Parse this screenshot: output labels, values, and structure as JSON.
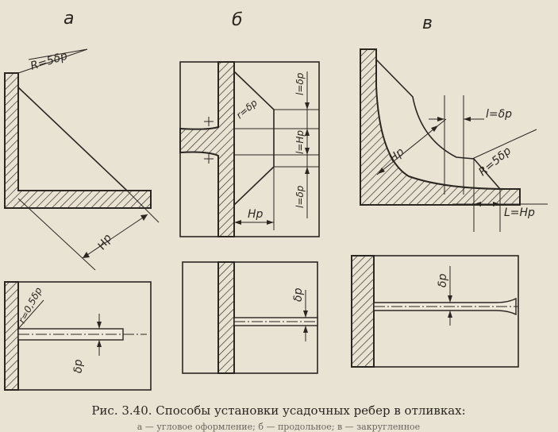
{
  "panels": {
    "a": {
      "letter": "а",
      "radius_label": "R=5δр",
      "height_label": "Hр",
      "plan_radius_label": "r=0,5δр",
      "plan_thickness_label": "δр"
    },
    "b": {
      "letter": "б",
      "radius_label": "r=δр",
      "dim_top": "l=δр",
      "dim_mid": "l=Hр",
      "dim_bottom": "l=δр",
      "height_label": "Hр",
      "plan_thickness_label": "δр"
    },
    "c": {
      "letter": "в",
      "dim_top": "l=δр",
      "height_label": "Hр",
      "radius_label": "R=5δр",
      "dim_length": "L=Hр",
      "plan_thickness_label": "δр"
    }
  },
  "caption": {
    "line1": "Рис. 3.40. Способы установки усадочных ребер в отливках:",
    "line2": "а — угловое оформление; б — продольное; в — закругленное"
  }
}
